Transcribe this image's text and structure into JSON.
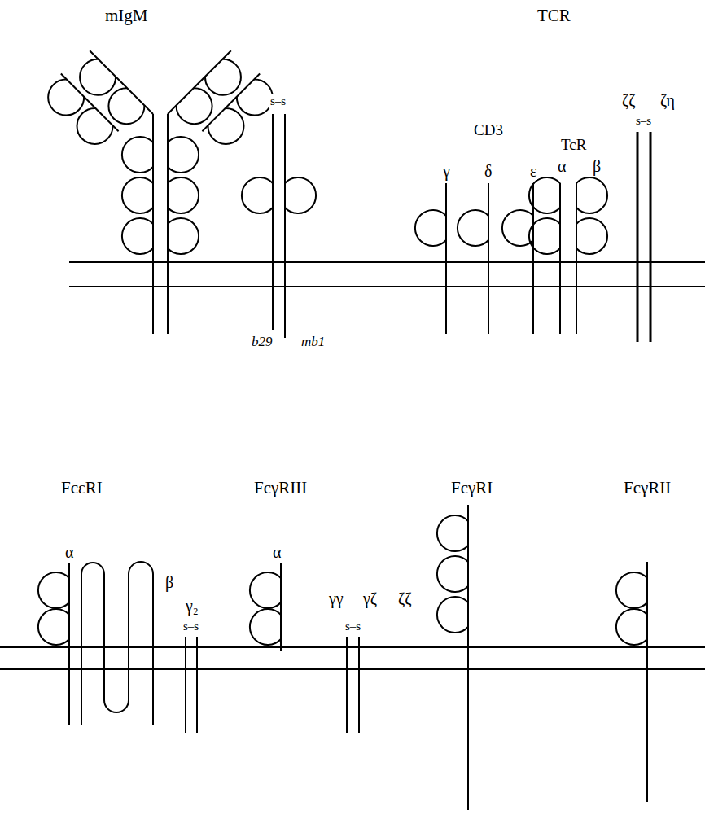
{
  "diagram": {
    "labels": [
      "mIgM",
      "TCR",
      "CD3",
      "TcR",
      "γ",
      "δ",
      "ε",
      "α",
      "β",
      "s–s",
      "s–s",
      "ζζ",
      "ζη",
      "b29",
      "mb1",
      "FcεRI",
      "FcγRIII",
      "FcγRI",
      "FcγRII",
      "α",
      "α",
      "γγ",
      "γζ",
      "ζζ",
      "β",
      "γ₂",
      "s–s",
      "s–s"
    ]
  }
}
